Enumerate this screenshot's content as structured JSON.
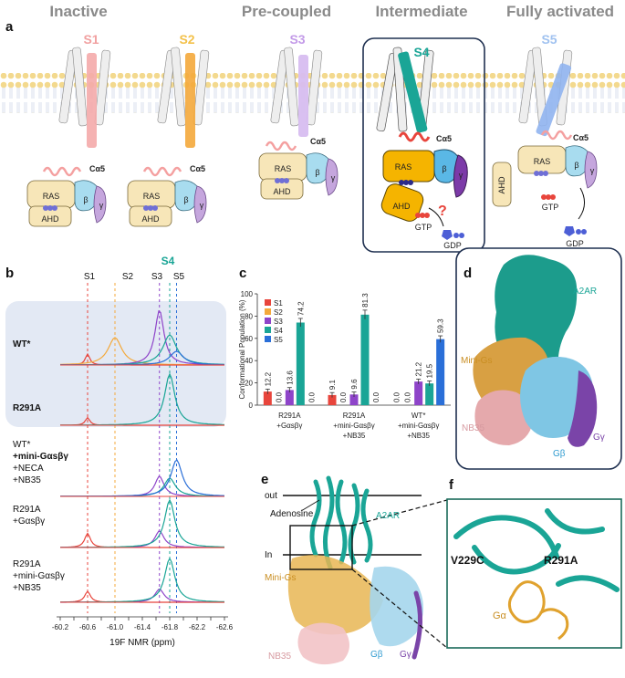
{
  "panel_a": {
    "letter": "a",
    "states": [
      "Inactive",
      "Pre-coupled",
      "Intermediate",
      "Fully activated"
    ],
    "substates": [
      "S1",
      "S2",
      "S3",
      "S4",
      "S5"
    ],
    "ras": "RAS",
    "ahd": "AHD",
    "beta": "β",
    "gamma": "γ",
    "ca5": "Cα5",
    "gtp": "GTP",
    "gdp": "GDP",
    "question": "?"
  },
  "panel_b": {
    "letter": "b",
    "s4_label": "S4",
    "peak_labels": [
      "S1",
      "S2",
      "S3",
      "S5"
    ],
    "samples": [
      {
        "lines": [
          "WT*"
        ]
      },
      {
        "lines": [
          "R291A"
        ]
      },
      {
        "lines": [
          "WT*",
          "+mini-Gαsβγ",
          "+NECA",
          "+NB35"
        ]
      },
      {
        "lines": [
          "R291A",
          "+Gαsβγ"
        ]
      },
      {
        "lines": [
          "R291A",
          "+mini-Gαsβγ",
          "+NB35"
        ]
      }
    ],
    "xticks": [
      "-60.2",
      "-60.4",
      "-60.6",
      "-60.8",
      "-61.0",
      "-61.2",
      "-61.4",
      "-61.6",
      "-61.8",
      "-62.0",
      "-62.2",
      "-62.4",
      "-62.6"
    ],
    "xlabel": "19F NMR (ppm)"
  },
  "chart_data": {
    "type": "bar",
    "ylabel": "Conformational Population (%)",
    "ylim": [
      0,
      100
    ],
    "yticks": [
      "0",
      "20",
      "40",
      "60",
      "80",
      "100"
    ],
    "categories": [
      [
        "R291A",
        "+Gαsβγ"
      ],
      [
        "R291A",
        "+mini-Gαsβγ",
        "+NB35"
      ],
      [
        "WT*",
        "+mini-Gαsβγ",
        "+NB35"
      ]
    ],
    "series": [
      {
        "name": "S1",
        "color": "#e8453c",
        "values": [
          12.2,
          9.1,
          0.0
        ],
        "labels": [
          "12.2",
          "9.1",
          "0.0"
        ]
      },
      {
        "name": "S2",
        "color": "#f4a93b",
        "values": [
          0.0,
          0.0,
          0.0
        ],
        "labels": [
          "0.0",
          "0.0",
          "0.0"
        ]
      },
      {
        "name": "S3",
        "color": "#8e44c9",
        "values": [
          13.6,
          9.6,
          21.2
        ],
        "labels": [
          "13.6",
          "9.6",
          "21.2"
        ]
      },
      {
        "name": "S4",
        "color": "#1aa596",
        "values": [
          74.2,
          81.3,
          19.5
        ],
        "labels": [
          "74.2",
          "81.3",
          "19.5"
        ]
      },
      {
        "name": "S5",
        "color": "#2a6fd8",
        "values": [
          0.0,
          0.0,
          59.3
        ],
        "labels": [
          "0.0",
          "0.0",
          "59.3"
        ]
      }
    ]
  },
  "panel_c": {
    "letter": "c"
  },
  "panel_d": {
    "letter": "d",
    "labels": [
      "A2AR",
      "Mini-Gs",
      "NB35",
      "Gβ",
      "Gγ"
    ]
  },
  "panel_e": {
    "letter": "e",
    "out": "out",
    "in": "In",
    "adenosine": "Adenosine",
    "a2ar": "A2AR",
    "minigs": "Mini-Gs",
    "nb35": "NB35",
    "gb": "Gβ",
    "gg": "Gγ"
  },
  "panel_f": {
    "letter": "f",
    "v229c": "V229C",
    "r291a": "R291A",
    "ga": "Gα"
  },
  "colors": {
    "S1": "#e8453c",
    "S2": "#f4a93b",
    "S3": "#8e44c9",
    "S4": "#1aa596",
    "S5": "#2a6fd8",
    "ras": "#f7e6b8",
    "beta": "#a8dcef",
    "gamma": "#c5a6dd",
    "panel_bg": "#e3e9f4",
    "frame": "#1f3050"
  }
}
